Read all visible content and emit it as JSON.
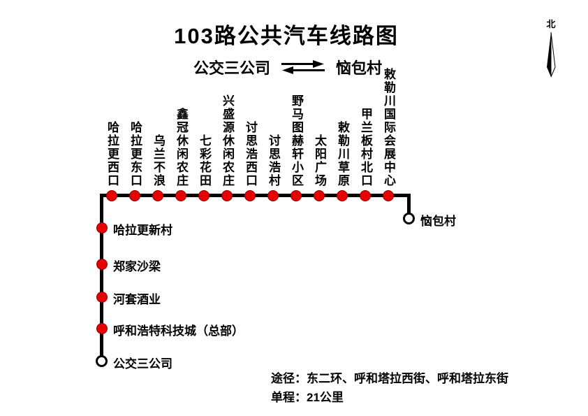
{
  "title": "103路公共汽车线路图",
  "endpoints": {
    "left": "公交三公司",
    "right": "恼包村"
  },
  "compass_label": "北",
  "main_stops": [
    "哈拉更西口",
    "哈拉更东口",
    "乌兰不浪",
    "鑫冠休闲农庄",
    "七彩花田",
    "兴盛源休闲农庄",
    "讨思浩西口",
    "讨思浩村",
    "野马图赫轩小区",
    "太阳广场",
    "敕勒川草原",
    "甲兰板村北口",
    "敕勒川国际会展中心"
  ],
  "branch_stops": [
    "哈拉更新村",
    "郑家沙梁",
    "河套酒业",
    "呼和浩特科技城（总部）"
  ],
  "terminals": {
    "right": "恼包村",
    "bottom": "公交三公司"
  },
  "notes": {
    "route_via": "途径：东二环、呼和塔拉西街、呼和塔拉东街",
    "distance": "单程：21公里"
  },
  "colors": {
    "stop_red": "#e60000",
    "line_black": "#000000"
  }
}
